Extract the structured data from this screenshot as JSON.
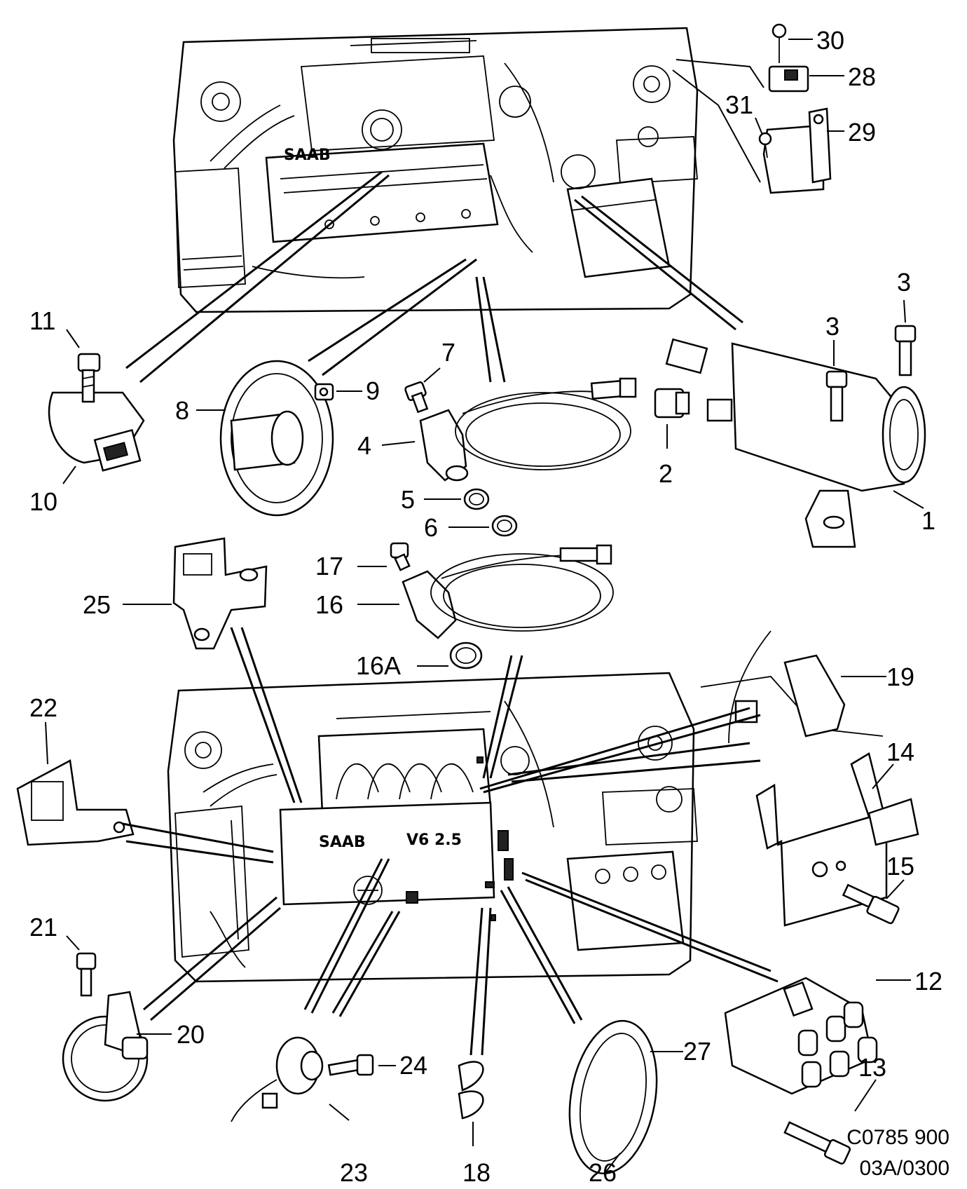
{
  "callouts": {
    "c1": "1",
    "c2": "2",
    "c3a": "3",
    "c3b": "3",
    "c4": "4",
    "c5": "5",
    "c6": "6",
    "c7": "7",
    "c8": "8",
    "c9": "9",
    "c10": "10",
    "c11": "11",
    "c12": "12",
    "c13": "13",
    "c14": "14",
    "c15": "15",
    "c16": "16",
    "c16a": "16A",
    "c17": "17",
    "c18": "18",
    "c19": "19",
    "c20": "20",
    "c21": "21",
    "c22": "22",
    "c23": "23",
    "c24": "24",
    "c25": "25",
    "c26": "26",
    "c27": "27",
    "c28": "28",
    "c29": "29",
    "c30": "30",
    "c31": "31"
  },
  "engine_top": {
    "cover_mark": "SAAB"
  },
  "engine_bottom": {
    "cover_mark": "SAAB",
    "engine_badge": "V6 2.5"
  },
  "reference": {
    "drawing_code": "C0785 900",
    "revision": "03A/0300"
  }
}
